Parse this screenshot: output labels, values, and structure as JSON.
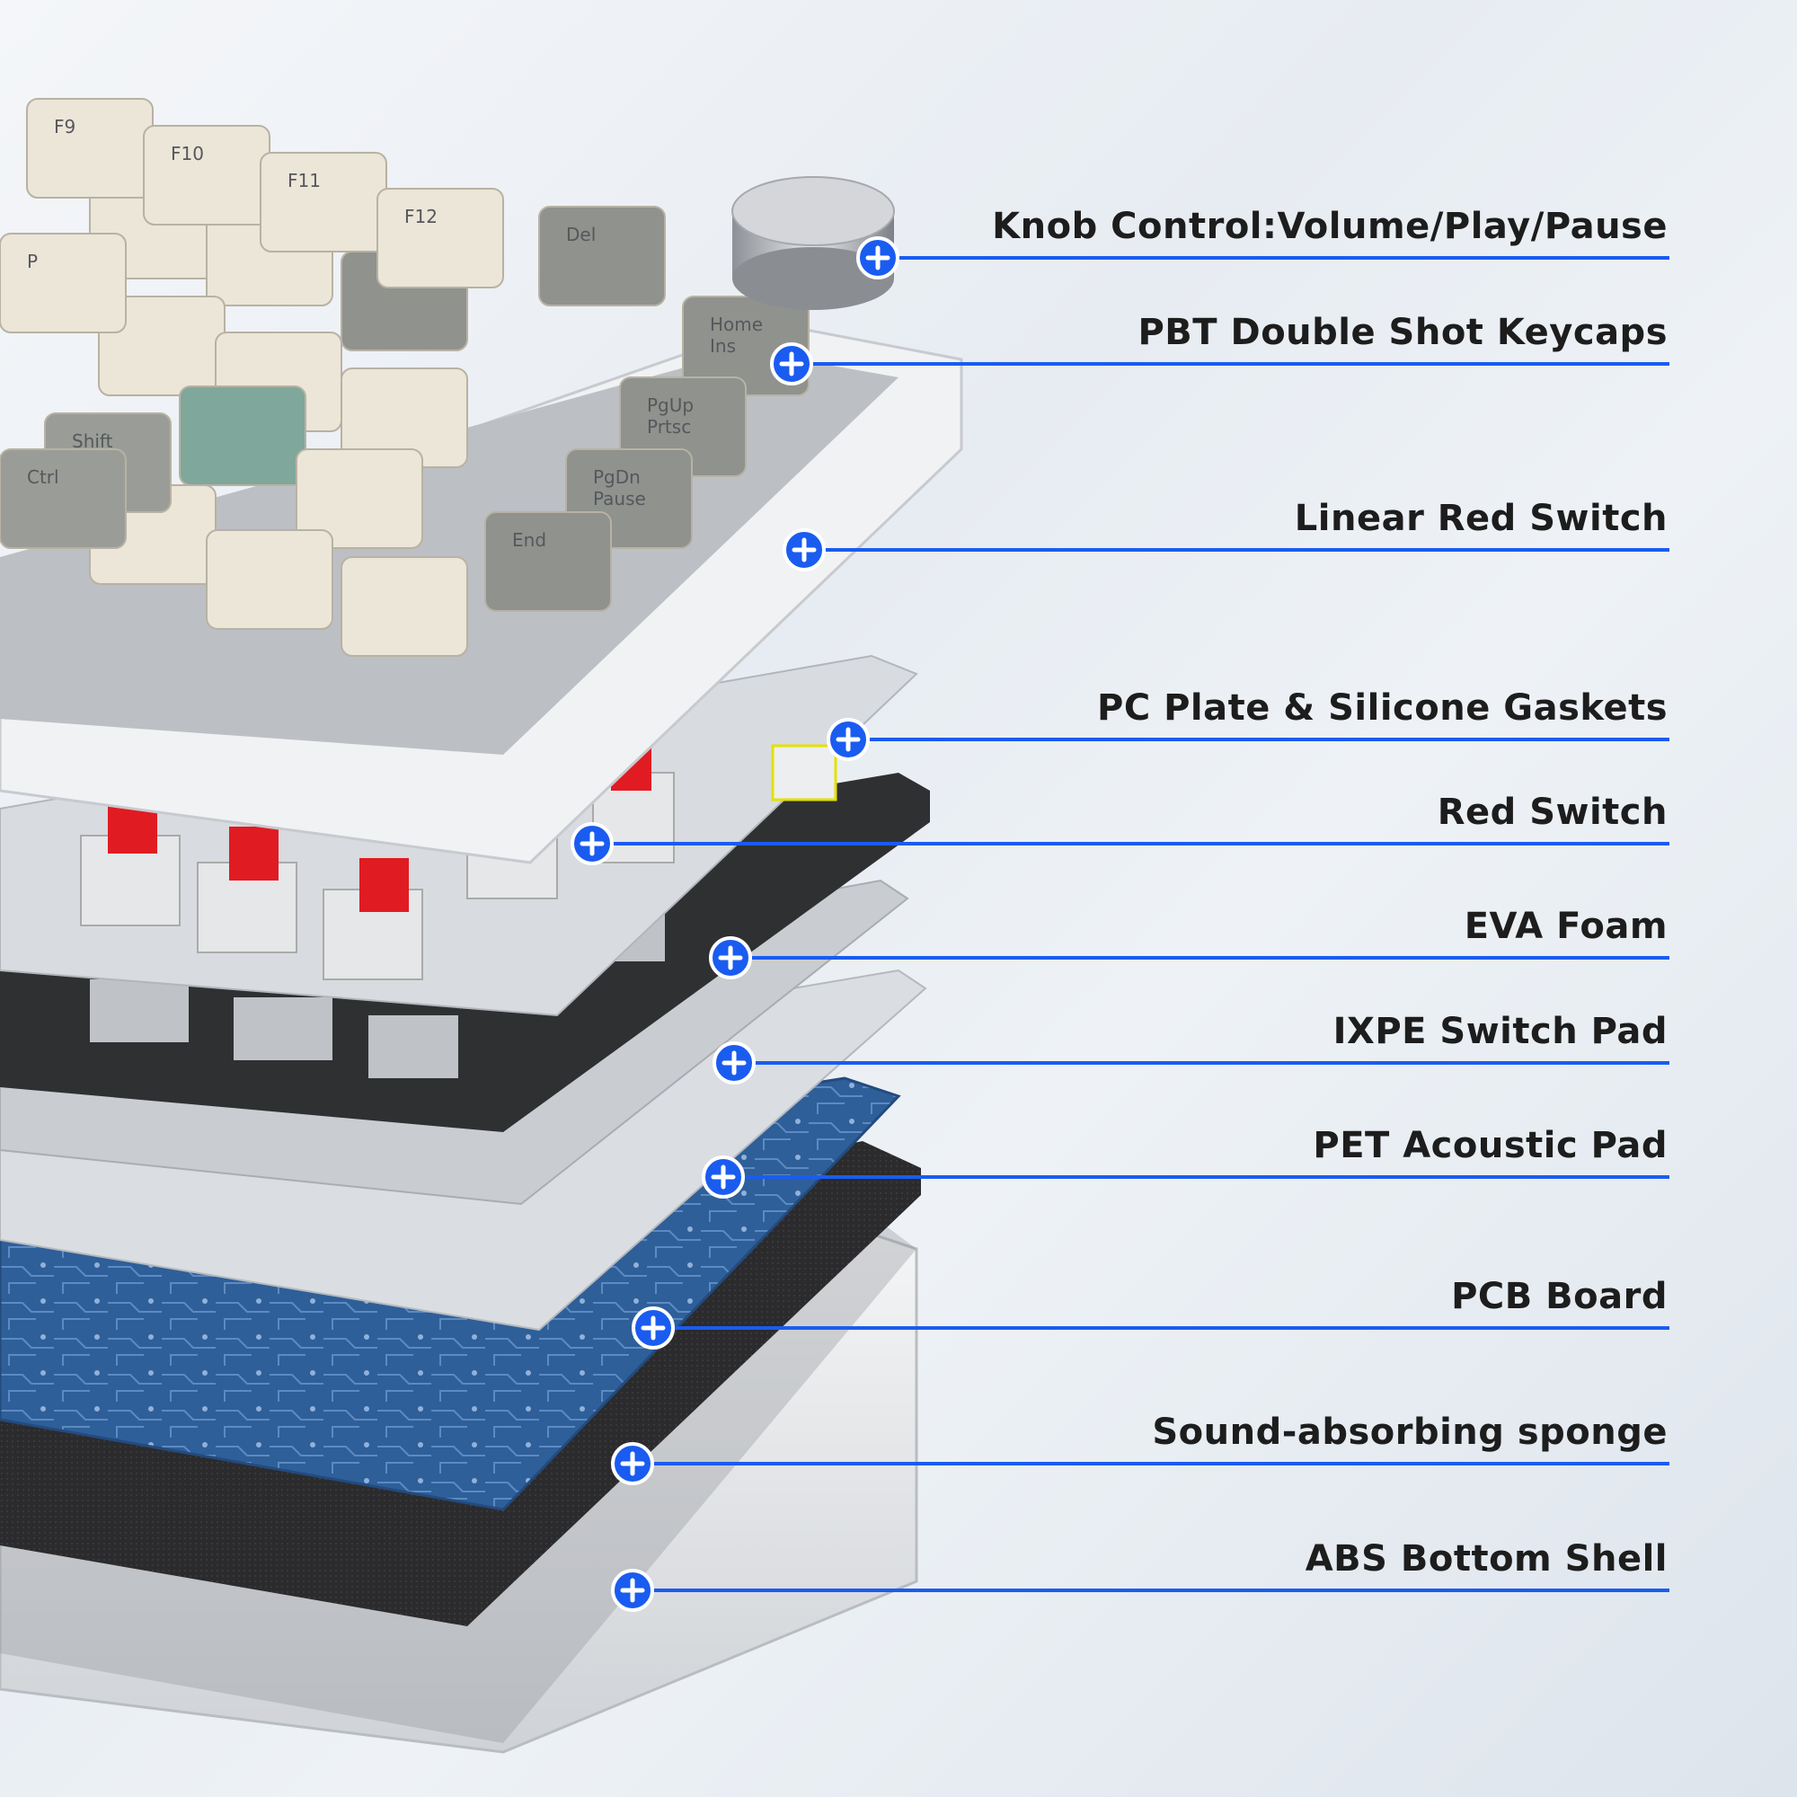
{
  "accent_color": "#1a5cf0",
  "callouts": [
    {
      "label": "Knob Control:Volume/Play/Pause",
      "icon": "plus-icon"
    },
    {
      "label": "PBT Double Shot Keycaps",
      "icon": "plus-icon"
    },
    {
      "label": "Linear Red Switch",
      "icon": "plus-icon"
    },
    {
      "label": "PC Plate & Silicone Gaskets",
      "icon": "plus-icon"
    },
    {
      "label": "Red Switch",
      "icon": "plus-icon"
    },
    {
      "label": "EVA  Foam",
      "icon": "plus-icon"
    },
    {
      "label": "IXPE Switch Pad",
      "icon": "plus-icon"
    },
    {
      "label": "PET Acoustic Pad",
      "icon": "plus-icon"
    },
    {
      "label": "PCB Board",
      "icon": "plus-icon"
    },
    {
      "label": "Sound-absorbing sponge",
      "icon": "plus-icon"
    },
    {
      "label": "ABS Bottom Shell",
      "icon": "plus-icon"
    }
  ],
  "keycap_legends": [
    "F9",
    "F10",
    "F11",
    "F12",
    "Del",
    "Home",
    "Ins",
    "PgUp",
    "Prtsc",
    "PgDn",
    "Pause",
    "End",
    "Shift",
    "Ctrl",
    "P"
  ]
}
